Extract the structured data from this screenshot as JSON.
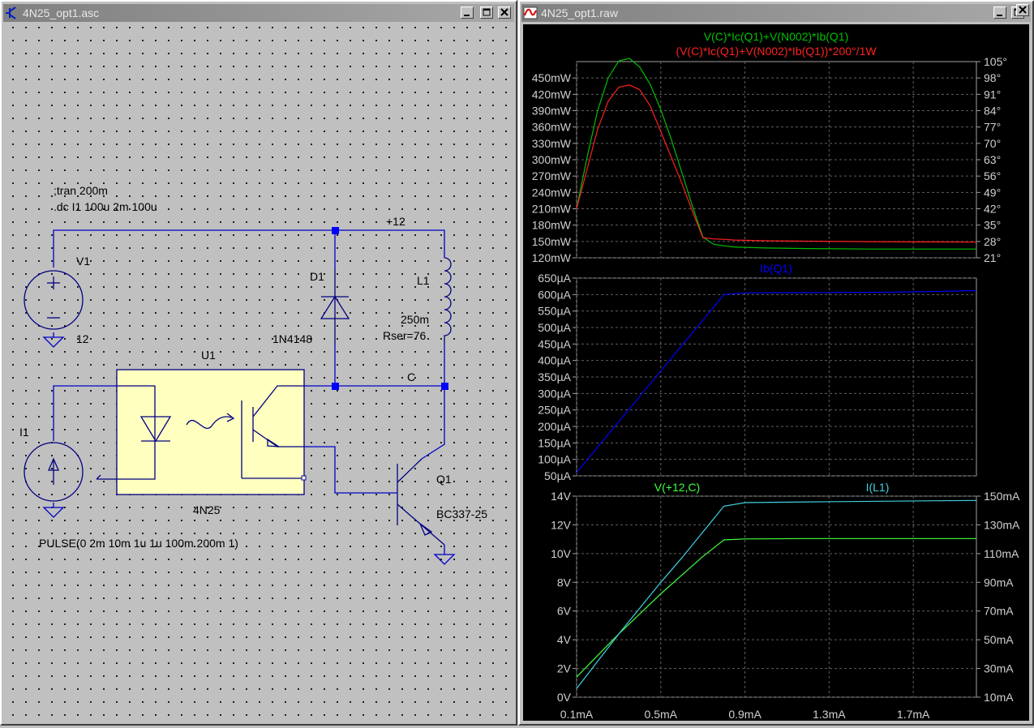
{
  "schematic_window": {
    "title": "4N25_opt1.asc",
    "icon": "transistor-icon",
    "directives": [
      ";tran 200m",
      ".dc I1 100u 2m 100u"
    ],
    "labels": {
      "net_12": "+12",
      "net_c": "C",
      "v1_name": "V1",
      "v1_value": "12",
      "d1_name": "D1",
      "d1_value": "1N4148",
      "l1_name": "L1",
      "l1_value": "250m",
      "l1_rser": "Rser=76",
      "u1_name": "U1",
      "u1_value": "4N25",
      "i1_name": "I1",
      "i1_value": "PULSE(0 2m 10m 1u 1u 100m 200m 1)",
      "q1_name": "Q1",
      "q1_value": "BC337-25"
    },
    "colors": {
      "wire": "#0000c8",
      "component": "#000080",
      "optocoupler_fill": "#ffffc0",
      "junction": "#0000ff"
    }
  },
  "plot_window": {
    "title": "4N25_opt1.raw",
    "icon": "waveform-icon",
    "x_ticks": [
      "0.1mA",
      "0.5mA",
      "0.9mA",
      "1.3mA",
      "1.7mA"
    ]
  },
  "chart_data": [
    {
      "type": "line",
      "pane": "top",
      "series": [
        {
          "name": "V(C)*Ic(Q1)+V(N002)*Ib(Q1)",
          "color": "#00c000",
          "axis": "left",
          "x": [
            0.1,
            0.15,
            0.2,
            0.25,
            0.3,
            0.35,
            0.4,
            0.45,
            0.5,
            0.55,
            0.6,
            0.65,
            0.7,
            0.75,
            0.8,
            0.85,
            0.9,
            1.0,
            1.2,
            1.5,
            1.8,
            2.0
          ],
          "y": [
            210,
            305,
            390,
            450,
            481,
            486,
            470,
            438,
            392,
            337,
            277,
            215,
            158,
            145,
            142,
            140,
            139,
            138,
            137,
            136,
            136,
            136
          ]
        },
        {
          "name": "(V(C)*Ic(Q1)+V(N002)*Ib(Q1))*200°/1W",
          "color": "#ff2020",
          "axis": "right",
          "x": [
            0.1,
            0.15,
            0.2,
            0.25,
            0.3,
            0.35,
            0.4,
            0.45,
            0.5,
            0.55,
            0.6,
            0.65,
            0.7,
            0.75,
            0.8,
            0.85,
            0.9,
            1.0,
            1.2,
            1.5,
            1.8,
            2.0
          ],
          "y": [
            42,
            59,
            76,
            88,
            94,
            95,
            93,
            86,
            75,
            64,
            53,
            41,
            29.6,
            29.1,
            28.9,
            28.6,
            28.5,
            28.3,
            28.1,
            27.9,
            27.8,
            27.7
          ]
        }
      ],
      "left_ticks": [
        "120mW",
        "150mW",
        "180mW",
        "210mW",
        "240mW",
        "270mW",
        "300mW",
        "330mW",
        "360mW",
        "390mW",
        "420mW",
        "450mW"
      ],
      "left_range": [
        120,
        480
      ],
      "right_ticks": [
        "21°",
        "28°",
        "35°",
        "42°",
        "49°",
        "56°",
        "63°",
        "70°",
        "77°",
        "84°",
        "91°",
        "98°",
        "105°"
      ],
      "right_range": [
        21,
        105
      ],
      "x_range": [
        0.1,
        2.0
      ]
    },
    {
      "type": "line",
      "pane": "middle",
      "series": [
        {
          "name": "Ib(Q1)",
          "color": "#0000ff",
          "axis": "left",
          "x": [
            0.1,
            0.2,
            0.3,
            0.4,
            0.5,
            0.6,
            0.7,
            0.8,
            0.9,
            1.2,
            1.6,
            2.0
          ],
          "y": [
            60,
            137,
            214,
            291,
            368,
            446,
            522,
            600,
            605,
            606,
            607,
            612
          ]
        }
      ],
      "left_ticks": [
        "50µA",
        "100µA",
        "150µA",
        "200µA",
        "250µA",
        "300µA",
        "350µA",
        "400µA",
        "450µA",
        "500µA",
        "550µA",
        "600µA",
        "650µA"
      ],
      "left_range": [
        50,
        650
      ],
      "x_range": [
        0.1,
        2.0
      ]
    },
    {
      "type": "line",
      "pane": "bottom",
      "series": [
        {
          "name": "V(+12,C)",
          "color": "#40ff40",
          "axis": "left",
          "x": [
            0.1,
            0.2,
            0.3,
            0.4,
            0.5,
            0.6,
            0.7,
            0.8,
            0.9,
            1.2,
            1.6,
            2.0
          ],
          "y": [
            1.4,
            2.9,
            4.4,
            5.8,
            7.2,
            8.5,
            9.8,
            10.95,
            11.02,
            11.05,
            11.05,
            11.05
          ]
        },
        {
          "name": "I(L1)",
          "color": "#40d0e0",
          "axis": "right",
          "x": [
            0.1,
            0.2,
            0.3,
            0.4,
            0.5,
            0.6,
            0.7,
            0.8,
            0.9,
            1.2,
            1.6,
            2.0
          ],
          "y": [
            16,
            35,
            54,
            72,
            90,
            107,
            125,
            143,
            145.5,
            146,
            146.5,
            147
          ]
        }
      ],
      "left_ticks": [
        "0V",
        "2V",
        "4V",
        "6V",
        "8V",
        "10V",
        "12V",
        "14V"
      ],
      "left_range": [
        0,
        14
      ],
      "right_ticks": [
        "10mA",
        "30mA",
        "50mA",
        "70mA",
        "90mA",
        "110mA",
        "130mA",
        "150mA"
      ],
      "right_range": [
        10,
        150
      ],
      "x_range": [
        0.1,
        2.0
      ]
    }
  ]
}
